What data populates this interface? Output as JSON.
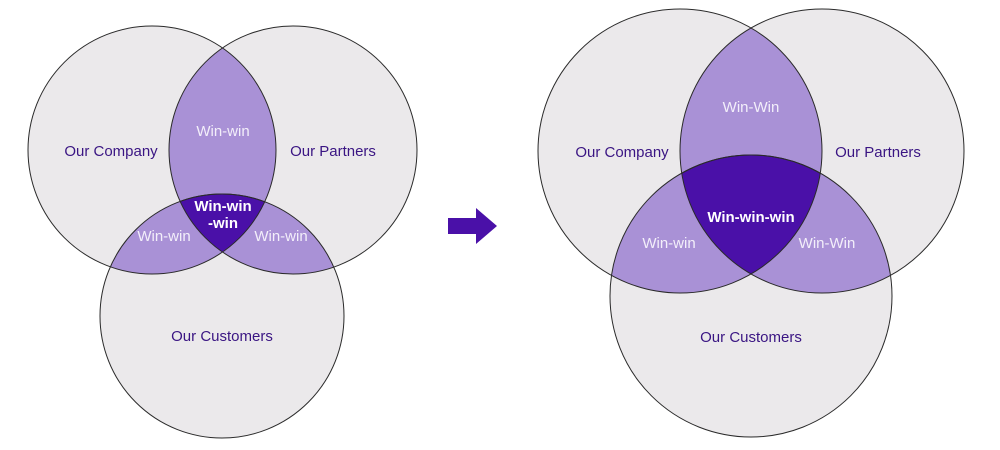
{
  "colors": {
    "circle_fill": "#ebe9eb",
    "circle_stroke": "#2a2a2a",
    "pair_overlap": "#a991d6",
    "triple_overlap": "#4a10a8",
    "set_label": "#3a1583",
    "overlap_label": "#f3effa",
    "triple_label": "#ffffff",
    "arrow": "#4a10a8"
  },
  "arrow_icon": "right-arrow-icon",
  "before": {
    "company": "Our Company",
    "partners": "Our Partners",
    "customers": "Our Customers",
    "company_partners": "Win-win",
    "company_customers": "Win-win",
    "partners_customers": "Win-win",
    "all_three_line1": "Win-win",
    "all_three_line2": "-win"
  },
  "after": {
    "company": "Our Company",
    "partners": "Our Partners",
    "customers": "Our Customers",
    "company_partners": "Win-Win",
    "company_customers": "Win-win",
    "partners_customers": "Win-Win",
    "all_three": "Win-win-win"
  }
}
